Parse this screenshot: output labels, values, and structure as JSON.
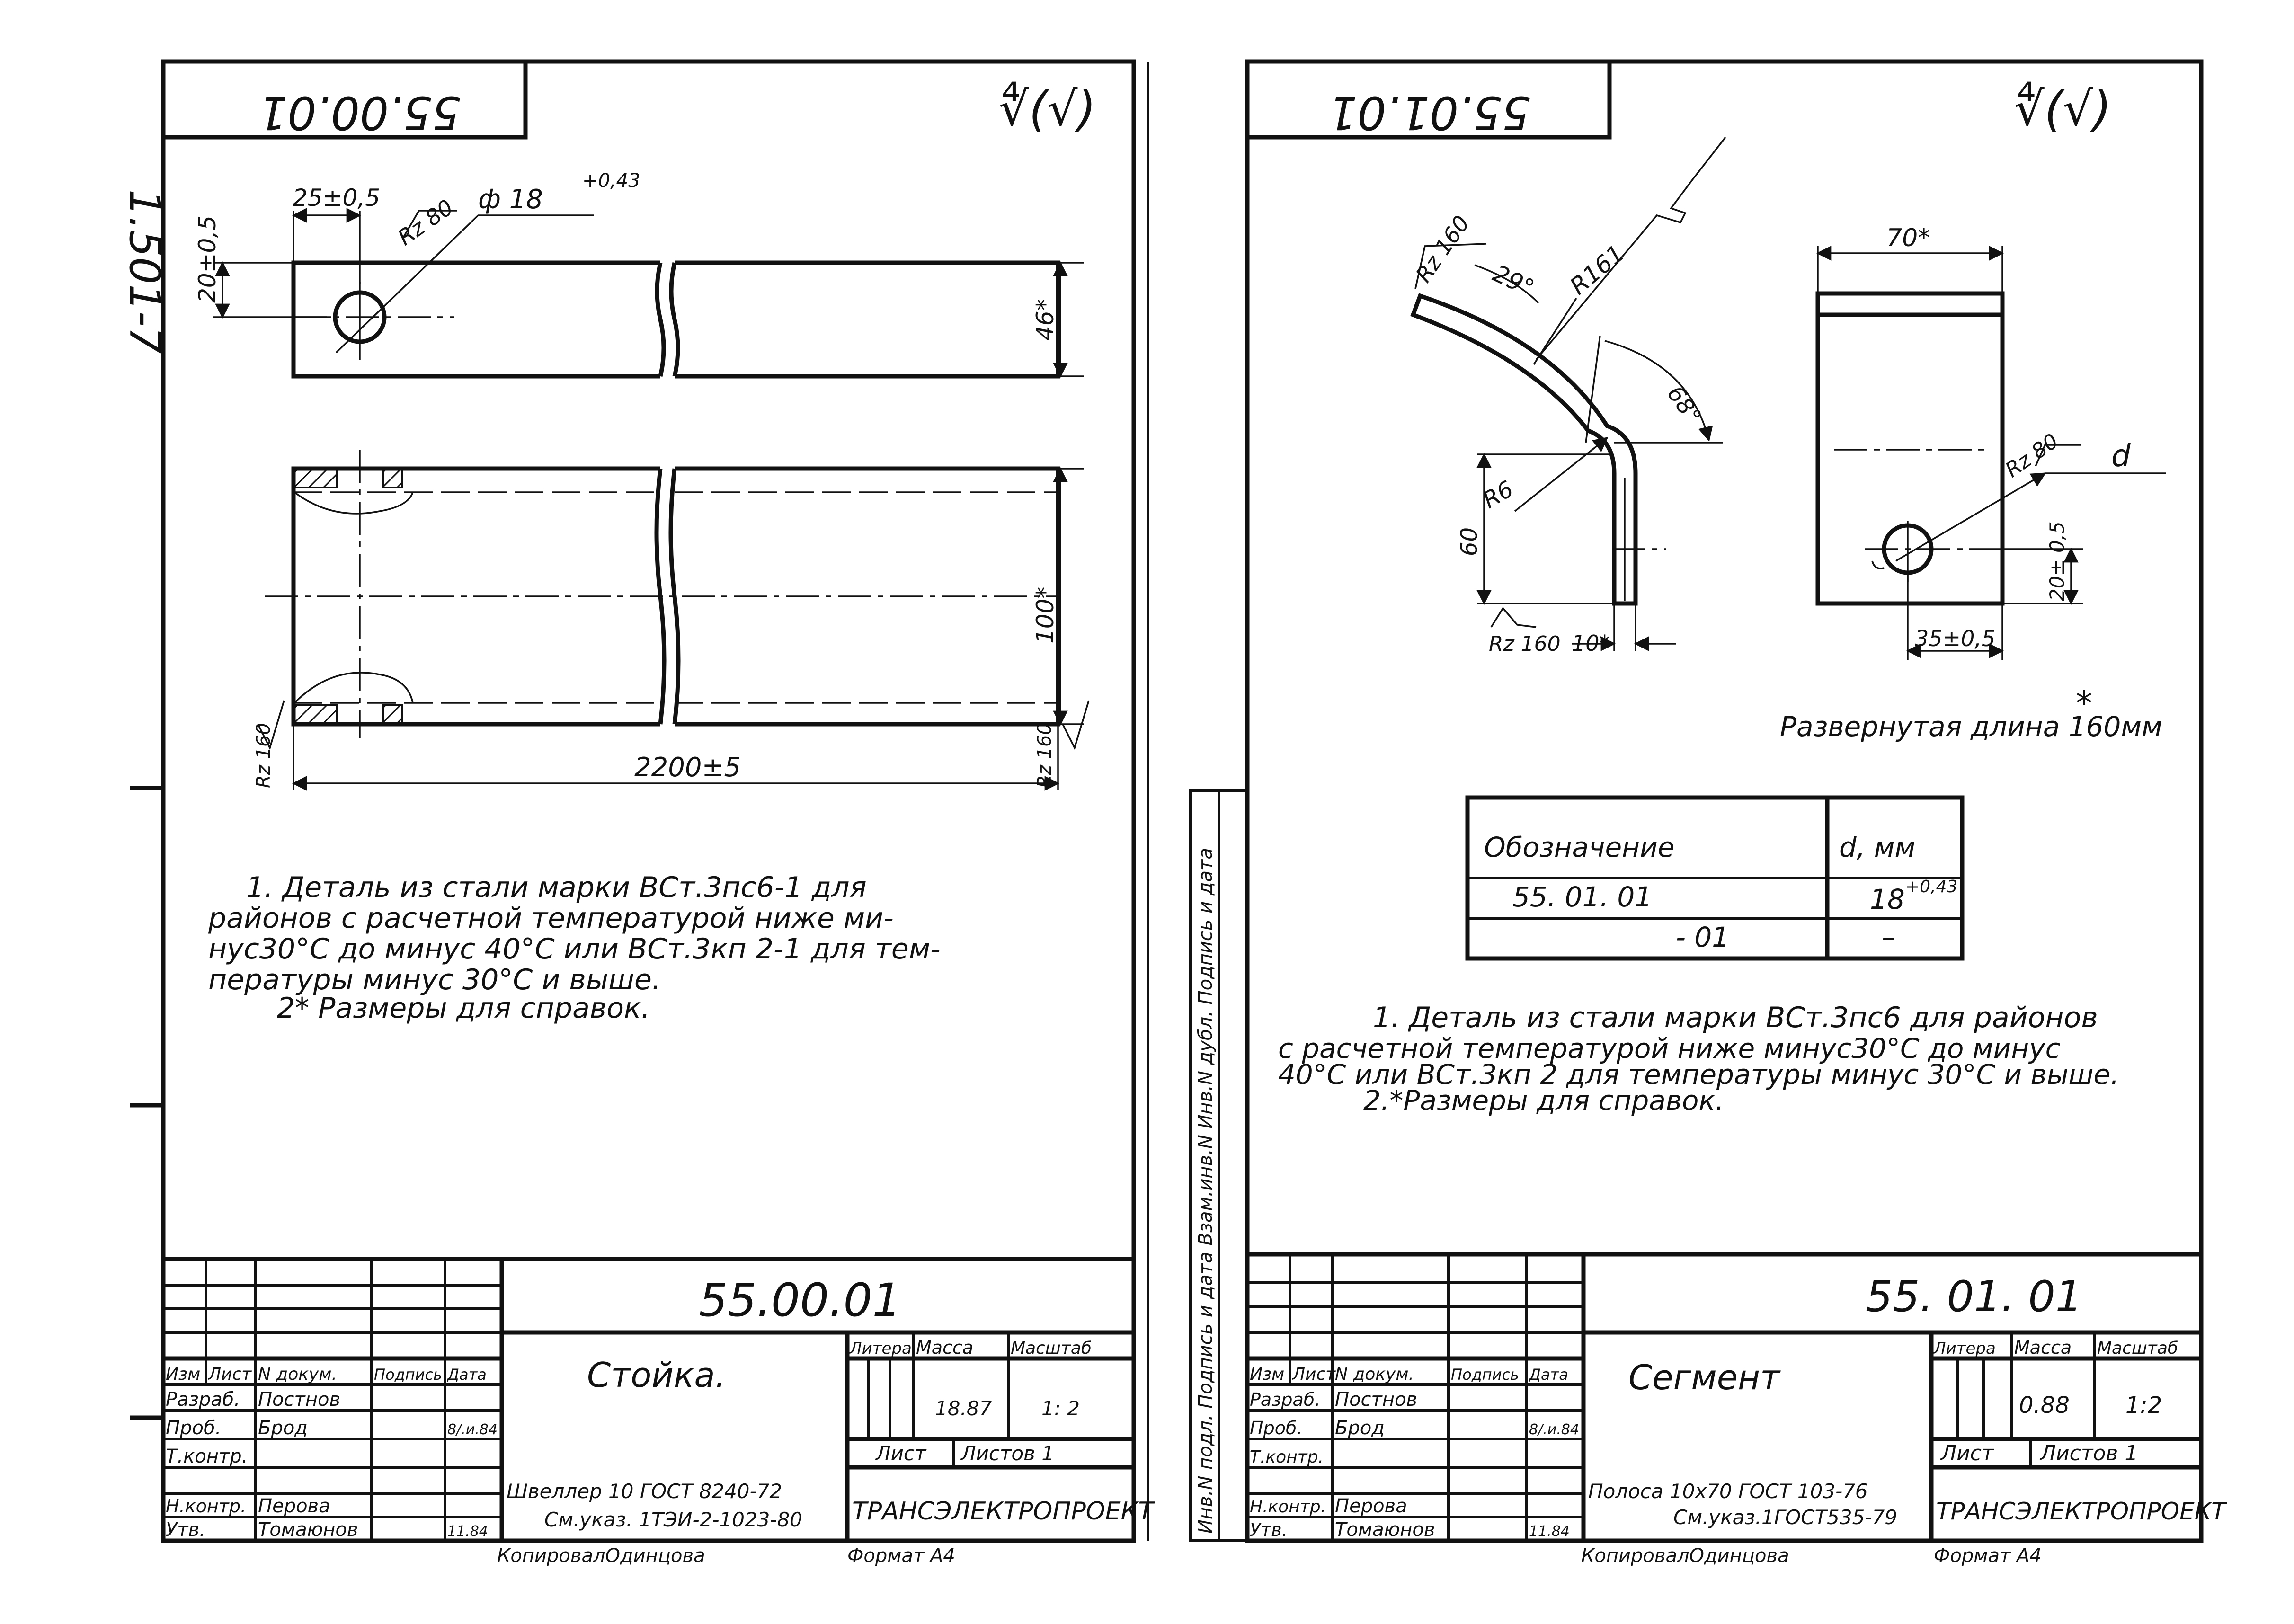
{
  "left_sheet": {
    "code_rotated": "55.00.01",
    "roughness_symbol": "∜(√)",
    "dims": {
      "d18": "ф 18",
      "d18_tol": "+0,43",
      "d25": "25±0,5",
      "rz80": "Rz 80",
      "d20": "20±0,5",
      "d46": "46*",
      "d100": "100*",
      "d2200": "2200±5",
      "rz160_left": "Rz 160",
      "rz160_right": "Rz 160"
    },
    "notes": [
      "1.  Деталь из стали  марки ВСт.3пс6-1 для",
      "районов с расчетной  температурой  ниже  ми-",
      "нус30°С до  минус 40°С  или ВСт.3кп 2-1 для тем-",
      "пературы  минус 30°С и  выше.",
      "2*  Размеры для  справок."
    ],
    "title_block": {
      "code": "55.00.01",
      "name": "Стойка.",
      "head_cols": [
        "Изм",
        "Лист",
        "N докум.",
        "Подпись",
        "Дата"
      ],
      "roles": [
        {
          "role": "Разраб.",
          "name": "Постнов",
          "date": ""
        },
        {
          "role": "Проб.",
          "name": "Брод",
          "date": "8/.и.84"
        },
        {
          "role": "Т.контр.",
          "name": "",
          "date": ""
        },
        {
          "role": "",
          "name": "",
          "date": ""
        },
        {
          "role": "Н.контр.",
          "name": "Перова",
          "date": ""
        },
        {
          "role": "Утв.",
          "name": "Томаюнов",
          "date": "11.84"
        }
      ],
      "litera": "Литера",
      "massa": "Масса",
      "masshtab": "Масштаб",
      "massa_val": "18.87",
      "scale_val": "1: 2",
      "list": "Лист",
      "listov": "Листов 1",
      "material_1": "Швеллер  10 ГОСТ 8240-72",
      "material_2": "См.указ. 1ТЭИ-2-1023-80",
      "org": "ТРАНСЭЛЕКТРОПРОЕКТ",
      "copied": "КопировалОдинцова",
      "format": "Формат А4"
    }
  },
  "right_sheet": {
    "code_rotated": "55.01.01",
    "roughness_symbol": "∜(√)",
    "dims": {
      "rz160_top": "Rz 160",
      "a29": "29°",
      "r161": "R161",
      "a68": "68°",
      "r6": "R6",
      "d60": "60",
      "rz160_bottom": "Rz 160",
      "d10": "10*",
      "d70": "70*",
      "rz80": "Rz 80",
      "d_sym": "d",
      "d20": "20± 0,5",
      "d35": "35±0,5"
    },
    "developed_length": "Развернутая  длина 160мм",
    "developed_star": "*",
    "table": {
      "headers": [
        "Обозначение",
        "d, мм"
      ],
      "rows": [
        {
          "designation": "55. 01. 01",
          "d": "18",
          "d_tol": "+0,43"
        },
        {
          "designation": "- 01",
          "d": "–",
          "d_tol": ""
        }
      ]
    },
    "notes": [
      "1. Деталь из стали  марки ВСт.3пс6 для районов",
      "с расчетной   температурой  ниже  минус30°С до минус",
      "40°С  или  ВСт.3кп 2 для  температуры  минус 30°С и выше.",
      "2.*Размеры для  справок."
    ],
    "side_stamp": "Инв.N подл. Подпись и дата Взам.инв.N Инв.N дубл. Подпись и дата",
    "title_block": {
      "code": "55. 01. 01",
      "name": "Сегмент",
      "head_cols": [
        "Изм",
        "Лист",
        "N докум.",
        "Подпись",
        "Дата"
      ],
      "roles": [
        {
          "role": "Разраб.",
          "name": "Постнов",
          "date": ""
        },
        {
          "role": "Проб.",
          "name": "Брод",
          "date": "8/.и.84"
        },
        {
          "role": "Т.контр.",
          "name": "",
          "date": ""
        },
        {
          "role": "",
          "name": "",
          "date": ""
        },
        {
          "role": "Н.контр.",
          "name": "Перова",
          "date": ""
        },
        {
          "role": "Утв.",
          "name": "Томаюнов",
          "date": "11.84"
        }
      ],
      "litera": "Литера",
      "massa": "Масса",
      "masshtab": "Масштаб",
      "massa_val": "0.88",
      "scale_val": "1:2",
      "list": "Лист",
      "listov": "Листов 1",
      "material_1": "Полоса   10х70  ГОСТ 103-76",
      "material_2": "См.указ.1ГОСТ535-79",
      "org": "ТРАНСЭЛЕКТРОПРОЕКТ",
      "copied": "КопировалОдинцова",
      "format": "Формат А4"
    }
  },
  "margin_mark": "1.501-7"
}
